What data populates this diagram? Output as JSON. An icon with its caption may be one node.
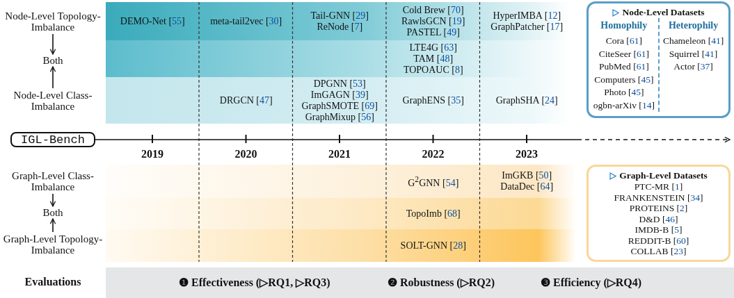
{
  "diagram": {
    "nodes": [
      {
        "text": [
          "Node-Level Topology-Imbalance"
        ]
      },
      {
        "text": [
          "DEMO-Net [55]",
          "meta-tail2vec [30]",
          "Tail-GNN [29]",
          "ReNode [7]",
          "Cold Brew [70]",
          "RawlsGCN [19]",
          "PASTEL [49]",
          "HyperIMBA [12]",
          "GraphPatcher [17]"
        ]
      },
      {
        "text": [
          "Node-Level Datasets",
          "Homophily",
          "Cora [61]",
          "CiteSeer [61]",
          "PubMed [61]",
          "Computers [45]",
          "Photo [45]",
          "ogbn-arXiv [14]",
          "Heterophily",
          "Chameleon [41]",
          "Squirrel [41]",
          "Actor [37]"
        ]
      },
      {
        "text": [
          "Both"
        ]
      },
      {
        "text": [
          "LTE4G [63]",
          "TAM [48]",
          "TOPOAUC [8]"
        ]
      },
      {
        "text": [
          "Node-Level Class-Imbalance"
        ]
      },
      {
        "text": [
          "DRGCN [47]",
          "DPGNN [53]",
          "ImGAGN [39]",
          "GraphSMOTE [69]",
          "GraphMixup [56]",
          "GraphENS [35]",
          "GraphSHA [24]"
        ]
      },
      {
        "text": [
          "IGL-Bench"
        ]
      },
      {
        "text": [
          "Graph-Level Class-Imbalance"
        ]
      },
      {
        "text": [
          "G$^{2}$GNN [54]",
          "ImGKB [50]",
          "DataDec [64]"
        ]
      },
      {
        "text": [
          "Graph-Level Datasets",
          "PTC-MR [1]",
          "FRANKENSTEIN [34]",
          "PROTEINS [2]",
          "D&D [46]",
          "IMDB-B [5]",
          "REDDIT-B [60]",
          "COLLAB [23]"
        ]
      },
      {
        "text": [
          "Both"
        ]
      },
      {
        "text": [
          "TopoImb [68]"
        ]
      },
      {
        "text": [
          "Graph-Level Topology-Imbalance"
        ]
      },
      {
        "text": [
          "SOLT-GNN [28]"
        ]
      },
      {
        "text": [
          "❶ Effectiveness (▷RQ1, ▷RQ3)",
          "❷ Robustness (▷RQ2)",
          "❸ Efficiency (▷RQ4)"
        ],
        "beside": [
          "Evaluations"
        ]
      }
    ],
    "edges": [
      {
        "from": 0,
        "to": 3,
        "arrow": "to"
      },
      {
        "from": 5,
        "to": 3,
        "arrow": "to"
      },
      {
        "from": 8,
        "to": 11,
        "arrow": "to"
      },
      {
        "from": 13,
        "to": 11,
        "arrow": "to"
      },
      {
        "from": 7,
        "to": null,
        "arrow": "to",
        "style": "dashed"
      }
    ],
    "labels": [
      "2019",
      "2020",
      "2021",
      "2022",
      "2023"
    ]
  }
}
